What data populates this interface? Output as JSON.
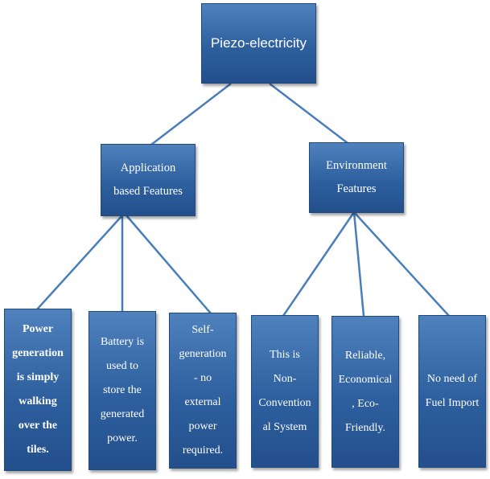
{
  "root": {
    "label": "Piezo-electricity"
  },
  "branches": {
    "application": {
      "label": "Application\nbased Features",
      "children": [
        {
          "label": "Power\ngeneration\nis simply\nwalking\nover the\ntiles."
        },
        {
          "label": "Battery is\nused to\nstore the\ngenerated\npower."
        },
        {
          "label": "Self-\ngeneration\n- no\nexternal\npower\nrequired."
        }
      ]
    },
    "environment": {
      "label": "Environment\nFeatures",
      "children": [
        {
          "label": "This is\nNon-\nConvention\nal System"
        },
        {
          "label": "Reliable,\nEconomical\n, Eco-\nFriendly."
        },
        {
          "label": "No need of\nFuel Import"
        }
      ]
    }
  },
  "colors": {
    "box_fill": "#2e5f9e",
    "box_border": "#1f4a7e",
    "connector": "#4a7ebb",
    "text": "#ffffff"
  }
}
